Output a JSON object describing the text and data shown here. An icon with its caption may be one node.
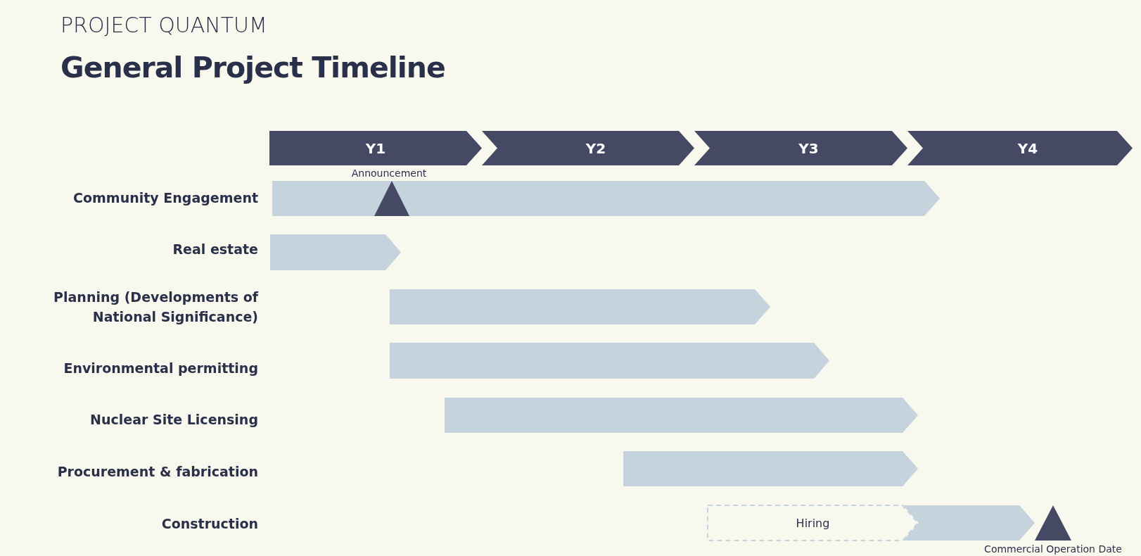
{
  "diagram": {
    "title": "General Project Timeline",
    "nodes": [
      {
        "text": [
          "Y1"
        ]
      },
      {
        "text": [
          "Y2"
        ]
      },
      {
        "text": [
          "Y3"
        ]
      },
      {
        "text": [
          "Y4"
        ]
      },
      {
        "text": [],
        "shape": "bar"
      },
      {
        "text": [],
        "shape": "triangle",
        "in": 4
      },
      {
        "text": [],
        "shape": "bar"
      },
      {
        "text": [],
        "shape": "bar"
      },
      {
        "text": [],
        "shape": "bar"
      },
      {
        "text": [],
        "shape": "bar"
      },
      {
        "text": [],
        "shape": "bar"
      },
      {
        "text": [
          "Hiring"
        ]
      },
      {
        "text": [],
        "shape": "bar"
      },
      {
        "text": [],
        "shape": "triangle",
        "beside": [
          "Commercial Operation Date"
        ]
      }
    ],
    "labels": [
      "PROJECT QUANTUM",
      "Announcement",
      "Community Engagement",
      "Real estate",
      "Planning (Developments of National Significance)",
      "Environmental permitting",
      "Nuclear Site Licensing",
      "Procurement & fabrication",
      "Construction"
    ]
  }
}
